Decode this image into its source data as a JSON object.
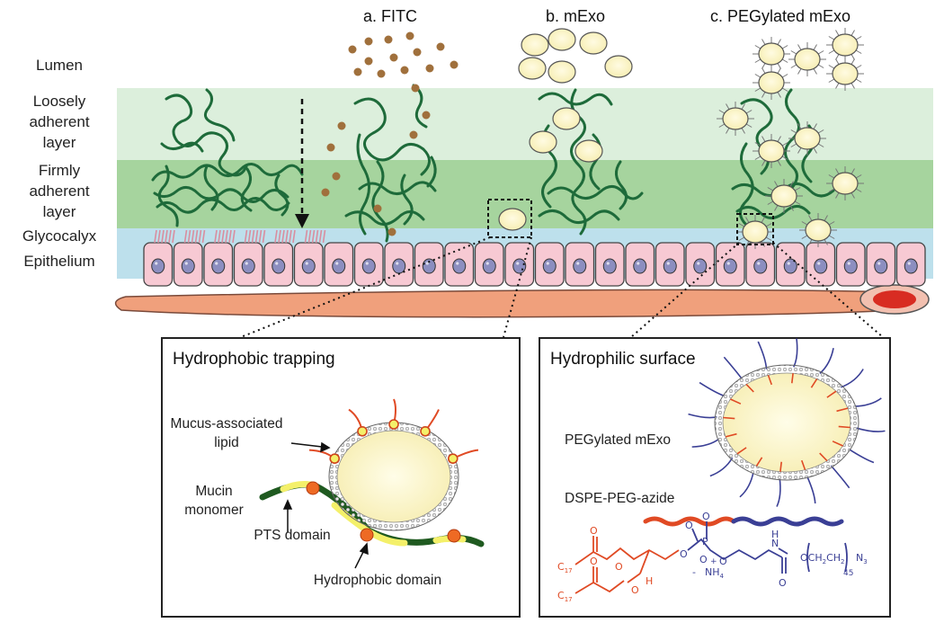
{
  "layers": {
    "lumen": "Lumen",
    "loose": "Loosely adherent layer",
    "loose_lines": [
      "Loosely",
      "adherent",
      "layer"
    ],
    "firm_lines": [
      "Firmly",
      "adherent",
      "layer"
    ],
    "glycocalyx": "Glycocalyx",
    "epithelium": "Epithelium"
  },
  "columns": {
    "a": "a. FITC",
    "b": "b. mExo",
    "c": "c. PEGylated mExo"
  },
  "left_box": {
    "title": "Hydrophobic trapping",
    "lipid_lines": [
      "Mucus-associated",
      "lipid"
    ],
    "mucin_lines": [
      "Mucin",
      "monomer"
    ],
    "pts": "PTS domain",
    "hydrophobic": "Hydrophobic domain"
  },
  "right_box": {
    "title": "Hydrophilic surface",
    "peg_mexo": "PEGylated mExo",
    "dspe": "DSPE-PEG-azide",
    "chem": {
      "c17a": "C",
      "c17a_sub": "17",
      "c17b": "C",
      "c17b_sub": "17",
      "P": "P",
      "O": "O",
      "H": "H",
      "N": "N",
      "NH4": "NH",
      "NH4_sub": "4",
      "minus": "-",
      "plus": "+",
      "peg": "OCH",
      "peg_sub": "2",
      "peg2": "CH",
      "peg2_sub": "2",
      "n": "45",
      "N3": "N",
      "N3_sub": "3"
    }
  },
  "colors": {
    "loose_band": "#dcefdc",
    "firm_band": "#a6d49e",
    "glyco_band": "#bde0ec",
    "cell_fill": "#f7c9d3",
    "cell_stroke": "#444444",
    "nucleus": "#8c8ec0",
    "base": "#f0a07c",
    "mucin": "#1e6b3a",
    "fitc_dot": "#a0703c",
    "exo_fill": "#fbf3c2",
    "exo_stroke": "#555555",
    "lipid_red": "#e04a24",
    "peg_blue": "#3a3f95",
    "yellow": "#f4f06a",
    "dark_green": "#1f5a20"
  }
}
